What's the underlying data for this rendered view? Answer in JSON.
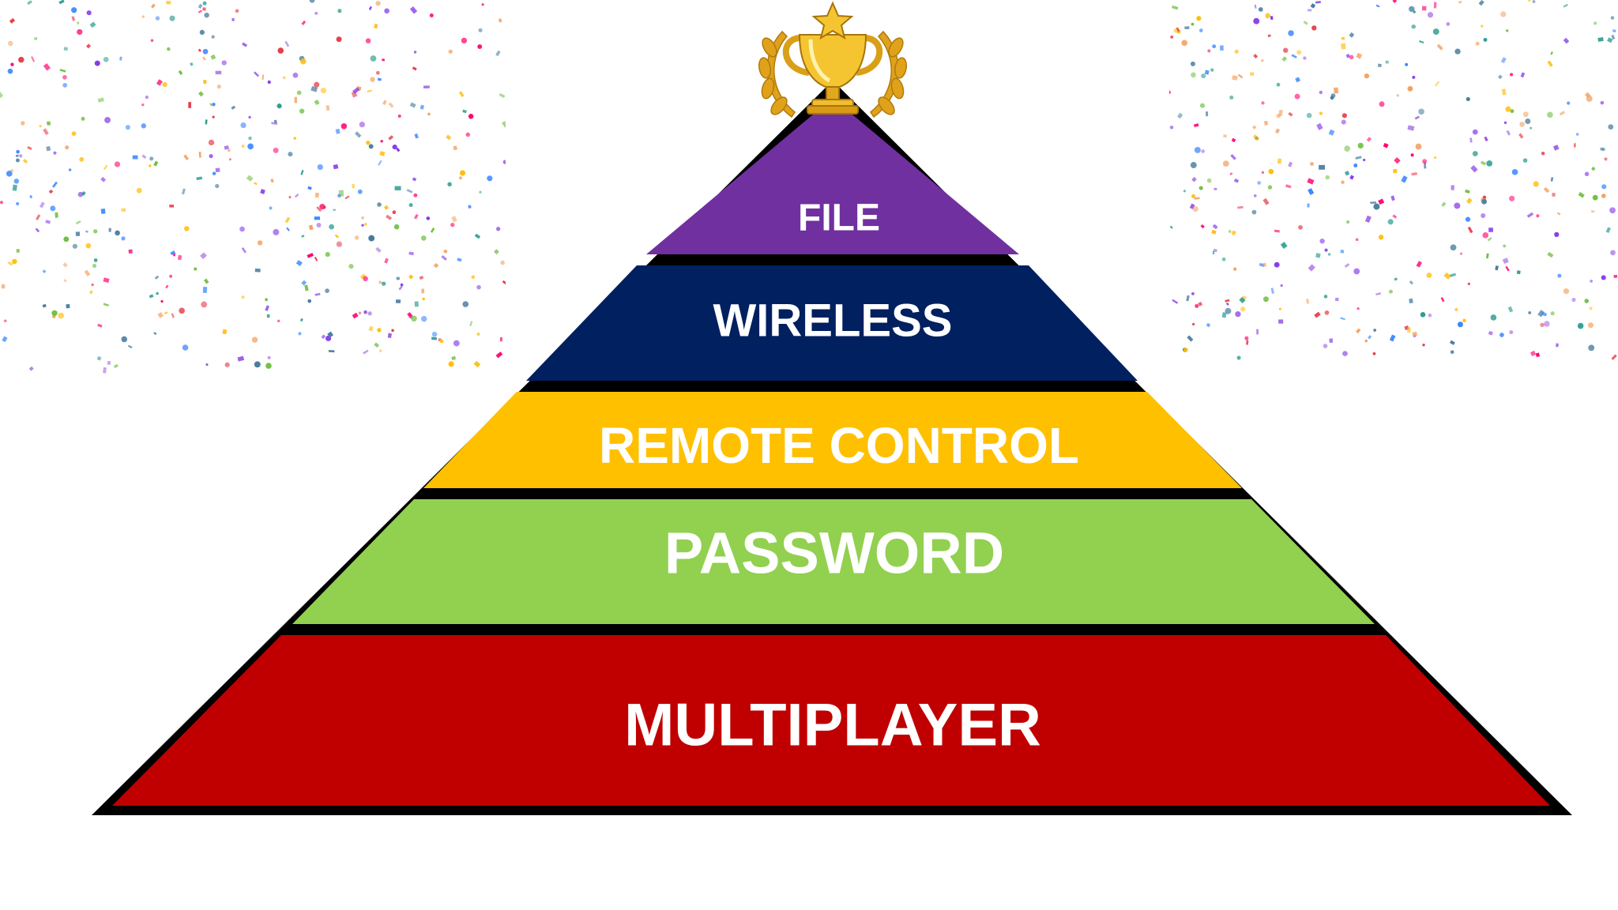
{
  "pyramid": {
    "tiers": [
      {
        "label": "FILE",
        "color": "#7030a0"
      },
      {
        "label": "WIRELESS",
        "color": "#002060"
      },
      {
        "label": "REMOTE CONTROL",
        "color": "#ffc000"
      },
      {
        "label": "PASSWORD",
        "color": "#92d050"
      },
      {
        "label": "MULTIPLAYER",
        "color": "#c00000"
      }
    ],
    "outline_color": "#000000",
    "text_color": "#ffffff"
  },
  "trophy": {
    "icon": "trophy-icon",
    "star_icon": "star-icon",
    "laurel_icon": "laurel-icon",
    "color": "#f2b824"
  },
  "background": {
    "confetti_colors": [
      "#e63946",
      "#2a9d8f",
      "#457b9d",
      "#f4a261",
      "#9b5de5",
      "#70c043",
      "#ffbe0b",
      "#3a86ff",
      "#ff006e",
      "#8338ec"
    ]
  }
}
